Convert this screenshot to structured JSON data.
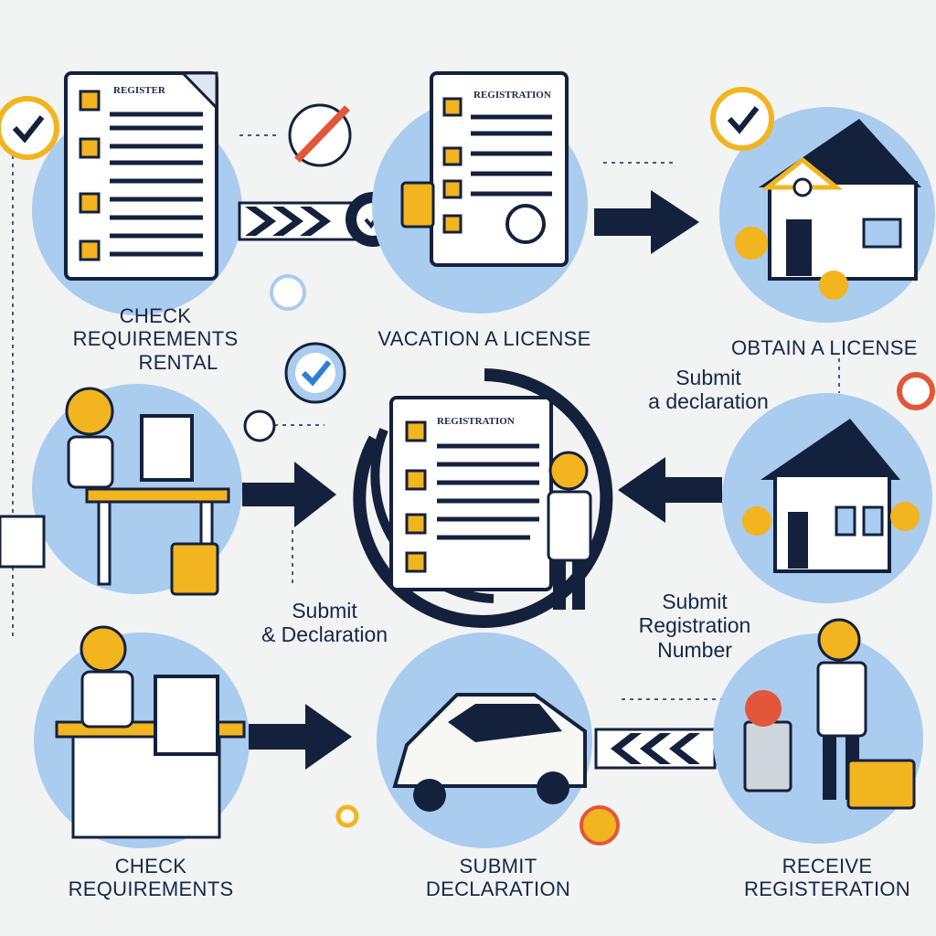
{
  "steps": {
    "s1": {
      "line1": "CHECK",
      "line2": "REQUIREMENTS",
      "line3": "RENTAL"
    },
    "s2": {
      "label": "VACATION A LICENSE"
    },
    "s3": {
      "label": "OBTAIN A LICENSE"
    },
    "s4": {
      "line1": "Submit",
      "line2": "a declaration"
    },
    "s5": {
      "line1": "Submit",
      "line2": "& Declaration"
    },
    "s6": {
      "line1": "Submit",
      "line2": "Registration",
      "line3": "Number"
    },
    "s7": {
      "line1": "CHECK",
      "line2": "REQUIREMENTS"
    },
    "s8": {
      "line1": "SUBMIT",
      "line2": "DECLARATION"
    },
    "s9": {
      "line1": "RECEIVE",
      "line2": "REGISTERATION"
    }
  },
  "docs": {
    "d1": "REGISTER",
    "d2": "REGISTRATION",
    "d3": "REGISTRATION"
  },
  "colors": {
    "circle": "#a9ccef",
    "navy": "#14213d",
    "gold": "#f2b41f",
    "paper": "#ffffff"
  }
}
